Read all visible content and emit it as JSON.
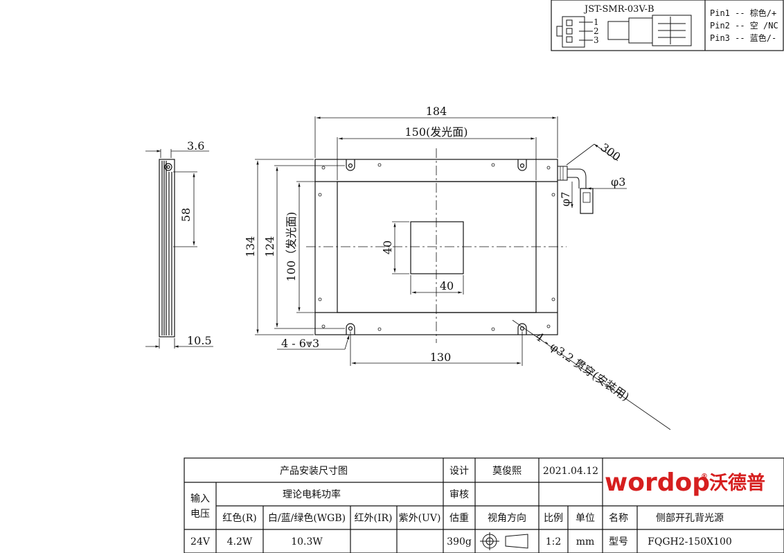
{
  "connector": {
    "model": "JST-SMR-03V-B",
    "pin_numbers": [
      "1",
      "2",
      "3"
    ],
    "pins": [
      "Pin1 -- 棕色/+",
      "Pin2 -- 空 /NC",
      "Pin3 -- 蓝色/-"
    ]
  },
  "dimensions": {
    "side_thickness": "3.6",
    "side_depth": "10.5",
    "side_58": "58",
    "width_184": "184",
    "emit_150": "150(发光面)",
    "height_134": "134",
    "height_124": "124",
    "emit_100": "100（发光面)",
    "center_40_v": "40",
    "center_40_h": "40",
    "hole_spacing": "130",
    "cable_300": "300",
    "dia_7": "φ7",
    "dia_3": "φ3",
    "counterbore": "4 - 6⩔3",
    "through_hole": "4 - φ3.2 贯穿(安装用)"
  },
  "title_block": {
    "drawing_name": "产品安装尺寸图",
    "design_label": "设计",
    "designer": "莫俊熙",
    "date": "2021.04.12",
    "input_voltage_label": "输入电压",
    "power_label": "理论电耗功率",
    "review_label": "审核",
    "red_label": "红色(R)",
    "wgb_label": "白/蓝/绿色(WGB)",
    "ir_label": "红外(IR)",
    "uv_label": "紫外(UV)",
    "weight_label": "估重",
    "view_label": "视角方向",
    "scale_label": "比例",
    "unit_label": "单位",
    "name_label": "名称",
    "name_value": "侧部开孔背光源",
    "voltage": "24V",
    "red_power": "4.2W",
    "wgb_power": "10.3W",
    "ir_power": "",
    "uv_power": "",
    "weight": "390g",
    "scale": "1:2",
    "unit": "mm",
    "model_label": "型号",
    "model_value": "FQGH2-150X100",
    "logo_text": "wordop",
    "logo_reg": "®",
    "logo_cn": "沃德普"
  },
  "colors": {
    "line": "#111111",
    "logo": "#d61f1f"
  }
}
